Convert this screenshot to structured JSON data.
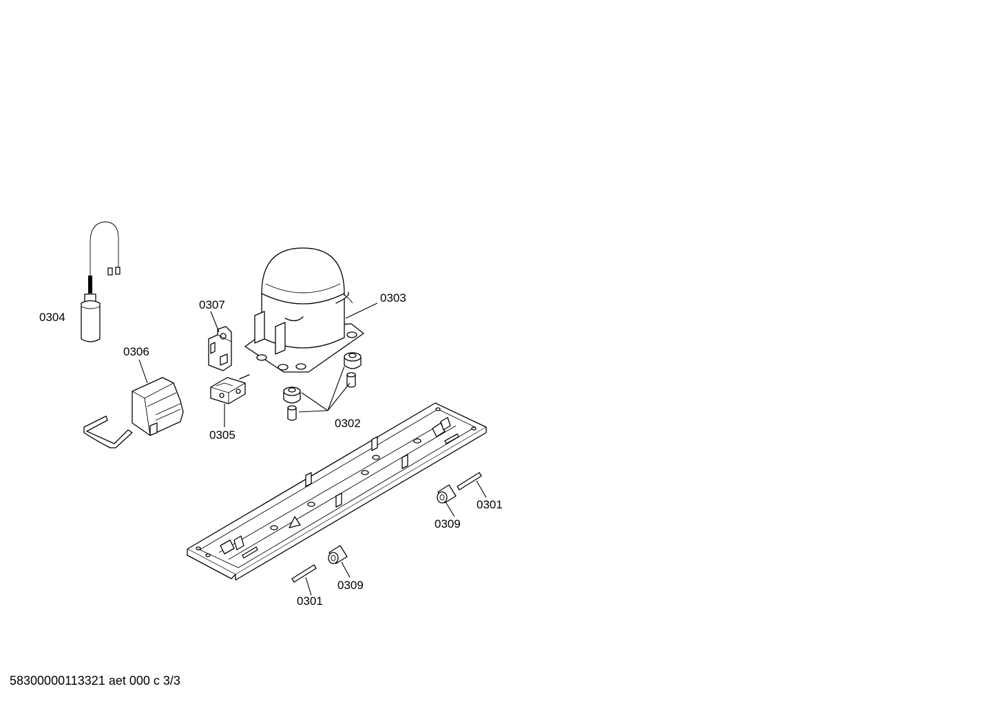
{
  "labels": {
    "p0304": "0304",
    "p0307": "0307",
    "p0303": "0303",
    "p0306": "0306",
    "p0305": "0305",
    "p0302": "0302",
    "p0301a": "0301",
    "p0309a": "0309",
    "p0309b": "0309",
    "p0301b": "0301"
  },
  "footer": "58300000113321 aet 000 c 3/3"
}
